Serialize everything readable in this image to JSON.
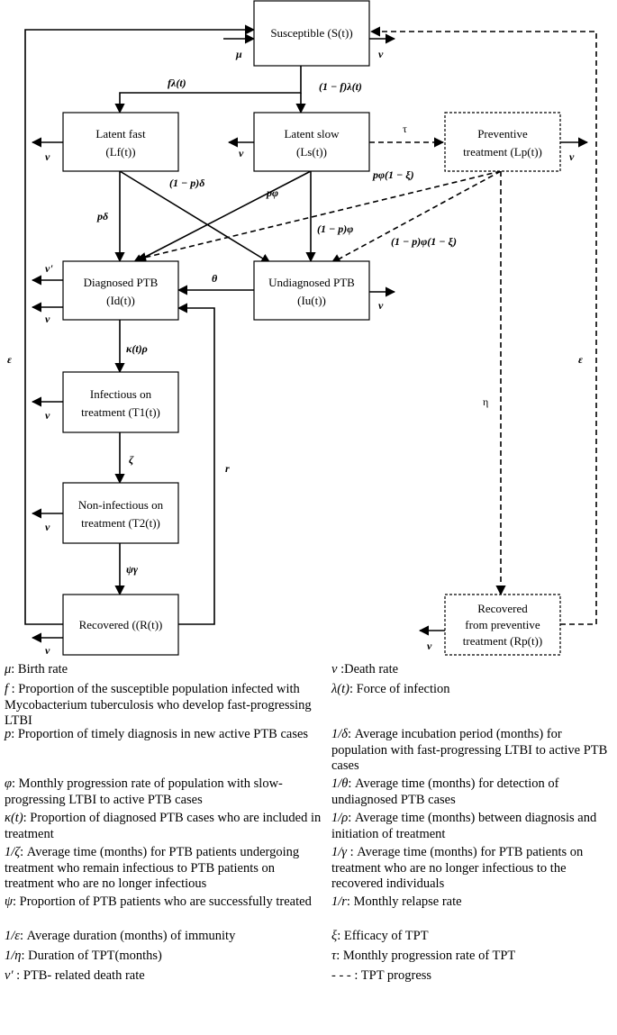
{
  "compartments": {
    "susceptible": {
      "line1": "Susceptible (S(t))"
    },
    "latent_fast": {
      "line1": "Latent fast",
      "line2": "(Lf(t))"
    },
    "latent_slow": {
      "line1": "Latent slow",
      "line2": "(Ls(t))"
    },
    "preventive": {
      "line1": "Preventive",
      "line2": "treatment (Lp(t))"
    },
    "diagnosed": {
      "line1": "Diagnosed PTB",
      "line2": "(Id(t))"
    },
    "undiagnosed": {
      "line1": "Undiagnosed PTB",
      "line2": "(Iu(t))"
    },
    "infectious_tx": {
      "line1": "Infectious on",
      "line2": "treatment (T1(t))"
    },
    "noninfectious_tx": {
      "line1": "Non-infectious on",
      "line2": "treatment (T2(t))"
    },
    "recovered": {
      "line1": "Recovered ((R(t))"
    },
    "recovered_prev": {
      "line1": "Recovered",
      "line2": "from preventive",
      "line3": "treatment (Rp(t))"
    }
  },
  "rates": {
    "mu": "μ",
    "v": "v",
    "v_prime": "v'",
    "f_lambda": "fλ(t)",
    "one_minus_f_lambda": "(1 − f)λ(t)",
    "tau": "τ",
    "one_minus_p_delta": "(1 − p)δ",
    "p_phi": "pφ",
    "p_phi_xi": "pφ(1 − ξ)",
    "p_delta": "pδ",
    "one_minus_p_phi": "(1 − p)φ",
    "one_minus_p_phi_xi": "(1 − p)φ(1 − ξ)",
    "theta": "θ",
    "kappa_rho": "κ(t)ρ",
    "zeta": "ζ",
    "r": "r",
    "psi_gamma": "ψγ",
    "eta": "η",
    "epsilon": "ε"
  },
  "legend": [
    {
      "left": {
        "sym": "μ",
        "text": ": Birth rate"
      },
      "right": {
        "sym": "v",
        "text": " :Death rate"
      }
    },
    {
      "left": {
        "sym": "f",
        "text": " : Proportion of the susceptible population infected with Mycobacterium tuberculosis who develop fast-progressing LTBI"
      },
      "right": {
        "sym": "λ(t)",
        "text": ": Force of infection"
      }
    },
    {
      "left": {
        "sym": "p",
        "text": ": Proportion of timely diagnosis in new active PTB cases"
      },
      "right": {
        "sym": "1/δ",
        "text": ": Average incubation period (months) for population with fast-progressing LTBI to active PTB cases"
      }
    },
    {
      "left": {
        "sym": "φ",
        "text": ": Monthly progression rate of population with slow-progressing LTBI to active PTB cases"
      },
      "right": {
        "sym": "1/θ",
        "text": ": Average time (months) for detection of undiagnosed PTB cases"
      }
    },
    {
      "left": {
        "sym": "κ(t)",
        "text": ": Proportion of diagnosed PTB cases who are included in treatment"
      },
      "right": {
        "sym": "1/ρ",
        "text": ": Average time (months) between diagnosis and initiation of treatment"
      }
    },
    {
      "left": {
        "sym": "1/ζ",
        "text": ": Average time (months) for PTB patients undergoing treatment who remain infectious to PTB patients on treatment who are no longer infectious"
      },
      "right": {
        "sym": "1/γ",
        "text": " : Average time (months) for PTB patients on treatment who are no longer infectious to the recovered individuals"
      }
    },
    {
      "left": {
        "sym": "ψ",
        "text": ": Proportion of PTB patients who are successfully treated"
      },
      "right": {
        "sym": "1/r",
        "text": ": Monthly relapse rate"
      }
    },
    {
      "left": {
        "sym": "1/ε",
        "text": ": Average duration (months) of immunity"
      },
      "right": {
        "sym": "ξ",
        "text": ": Efficacy of TPT"
      }
    },
    {
      "left": {
        "sym": "1/η",
        "text": ": Duration of TPT(months)"
      },
      "right": {
        "sym": "τ",
        "text": ": Monthly progression rate of TPT"
      }
    },
    {
      "left": {
        "sym": "v'",
        "text": " : PTB- related death rate"
      },
      "right": {
        "sym": "- - -",
        "text": " : TPT progress"
      }
    }
  ]
}
